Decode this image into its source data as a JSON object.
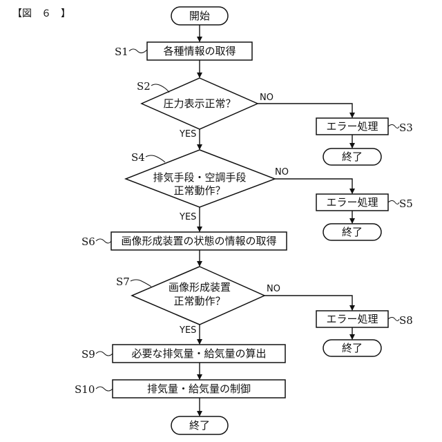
{
  "figure_label": "【図　６　】",
  "nodes": {
    "start": "開始",
    "s1": "各種情報の取得",
    "s2": "圧力表示正常？",
    "s3": "エラー処理",
    "s3_end": "終了",
    "s4_line1": "排気手段・空調手段",
    "s4_line2": "正常動作？",
    "s5": "エラー処理",
    "s5_end": "終了",
    "s6": "画像形成装置の状態の情報の取得",
    "s7_line1": "画像形成装置",
    "s7_line2": "正常動作？",
    "s8": "エラー処理",
    "s8_end": "終了",
    "s9": "必要な排気量・給気量の算出",
    "s10": "排気量・給気量の制御",
    "end": "終了"
  },
  "step_labels": {
    "s1": "S1",
    "s2": "S2",
    "s3": "S3",
    "s4": "S4",
    "s5": "S5",
    "s6": "S6",
    "s7": "S7",
    "s8": "S8",
    "s9": "S9",
    "s10": "S10"
  },
  "branch_labels": {
    "s2_yes": "YES",
    "s2_no": "NO",
    "s4_yes": "YES",
    "s4_no": "NO",
    "s7_yes": "YES",
    "s7_no": "NO"
  }
}
